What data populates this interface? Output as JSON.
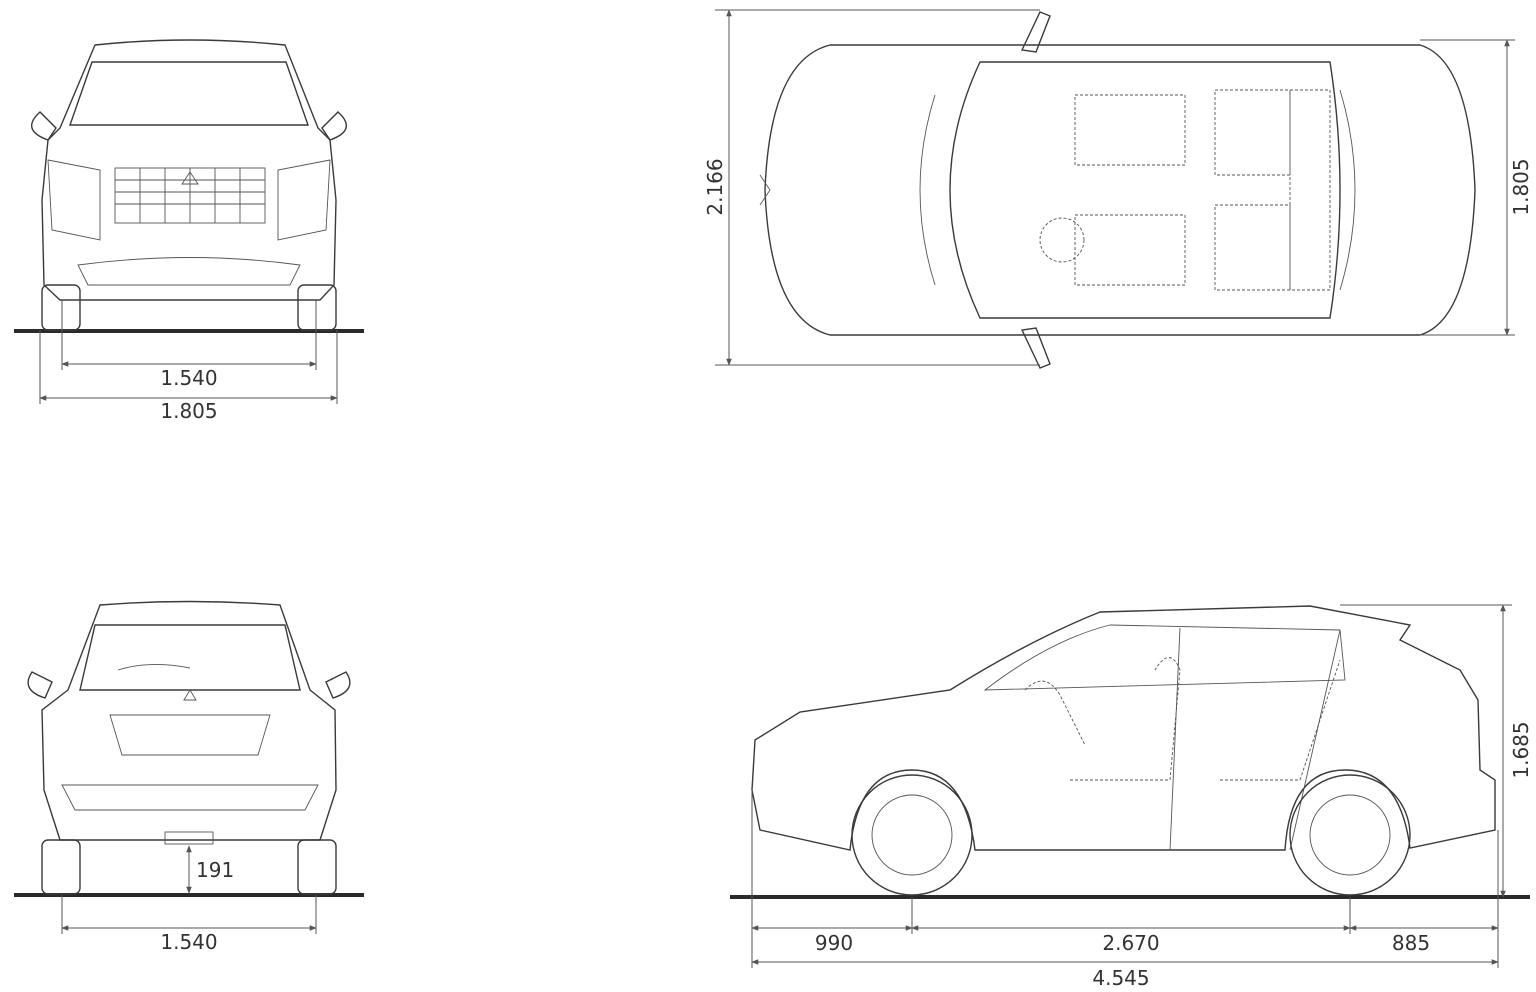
{
  "views": {
    "front": {
      "track_label": "1.540",
      "width_label": "1.805"
    },
    "top": {
      "width_with_mirrors_label": "2.166",
      "width_label": "1.805"
    },
    "rear": {
      "ground_clearance_label": "191",
      "track_label": "1.540"
    },
    "side": {
      "height_label": "1.685",
      "front_overhang_label": "990",
      "wheelbase_label": "2.670",
      "rear_overhang_label": "885",
      "length_label": "4.545"
    }
  },
  "colors": {
    "line": "#3a3a3a",
    "ground": "#2a2a2a"
  }
}
